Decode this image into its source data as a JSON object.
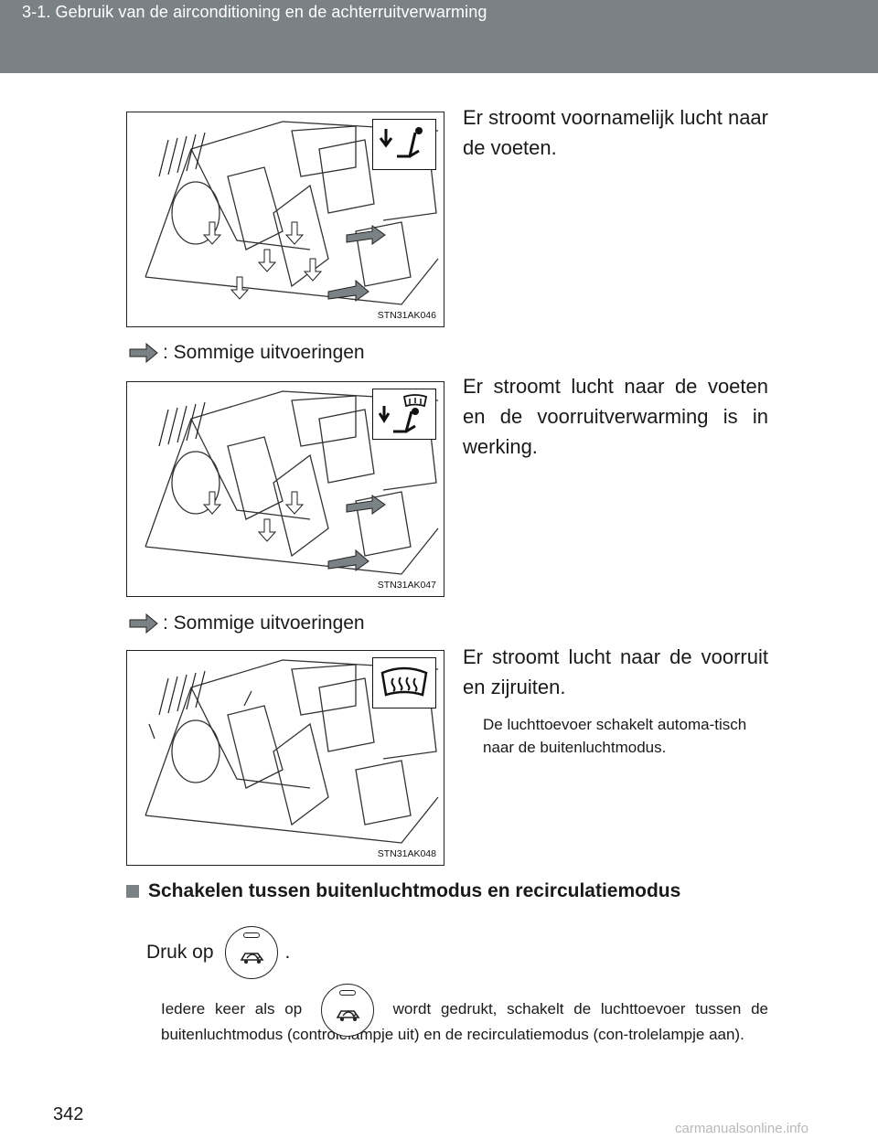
{
  "header": {
    "section_title": "3-1. Gebruik van de airconditioning en de achterruitverwarming"
  },
  "figures": [
    {
      "code": "STN31AK046",
      "mode_icon": "feet-airflow-icon",
      "description": "Er stroomt voornamelijk lucht naar de voeten."
    },
    {
      "code": "STN31AK047",
      "mode_icon": "feet-and-defroster-airflow-icon",
      "variant_label": ": Sommige uitvoeringen",
      "description": "Er stroomt lucht naar de voeten en de voorruitverwarming is in werking."
    },
    {
      "code": "STN31AK048",
      "mode_icon": "windshield-defroster-icon",
      "variant_label": ": Sommige uitvoeringen",
      "description": "Er stroomt lucht naar de voorruit en zijruiten.",
      "sub_note": "De luchttoevoer schakelt automa-tisch naar de buitenluchtmodus."
    }
  ],
  "section": {
    "heading": "Schakelen tussen buitenluchtmodus en recirculatiemodus",
    "press_prefix": "Druk op",
    "press_suffix": ".",
    "note_prefix": "Iedere keer als op",
    "note_suffix": "wordt gedrukt, schakelt de luchttoevoer tussen de buitenluchtmodus (controlelampje uit) en de recirculatiemodus (con-trolelampje aan).",
    "button_icon": "recirculation-button-icon"
  },
  "page_number": "342",
  "watermark": "carmanualsonline.info",
  "colors": {
    "header_bg": "#7a8285",
    "arrow_fill": "#7a8285"
  }
}
